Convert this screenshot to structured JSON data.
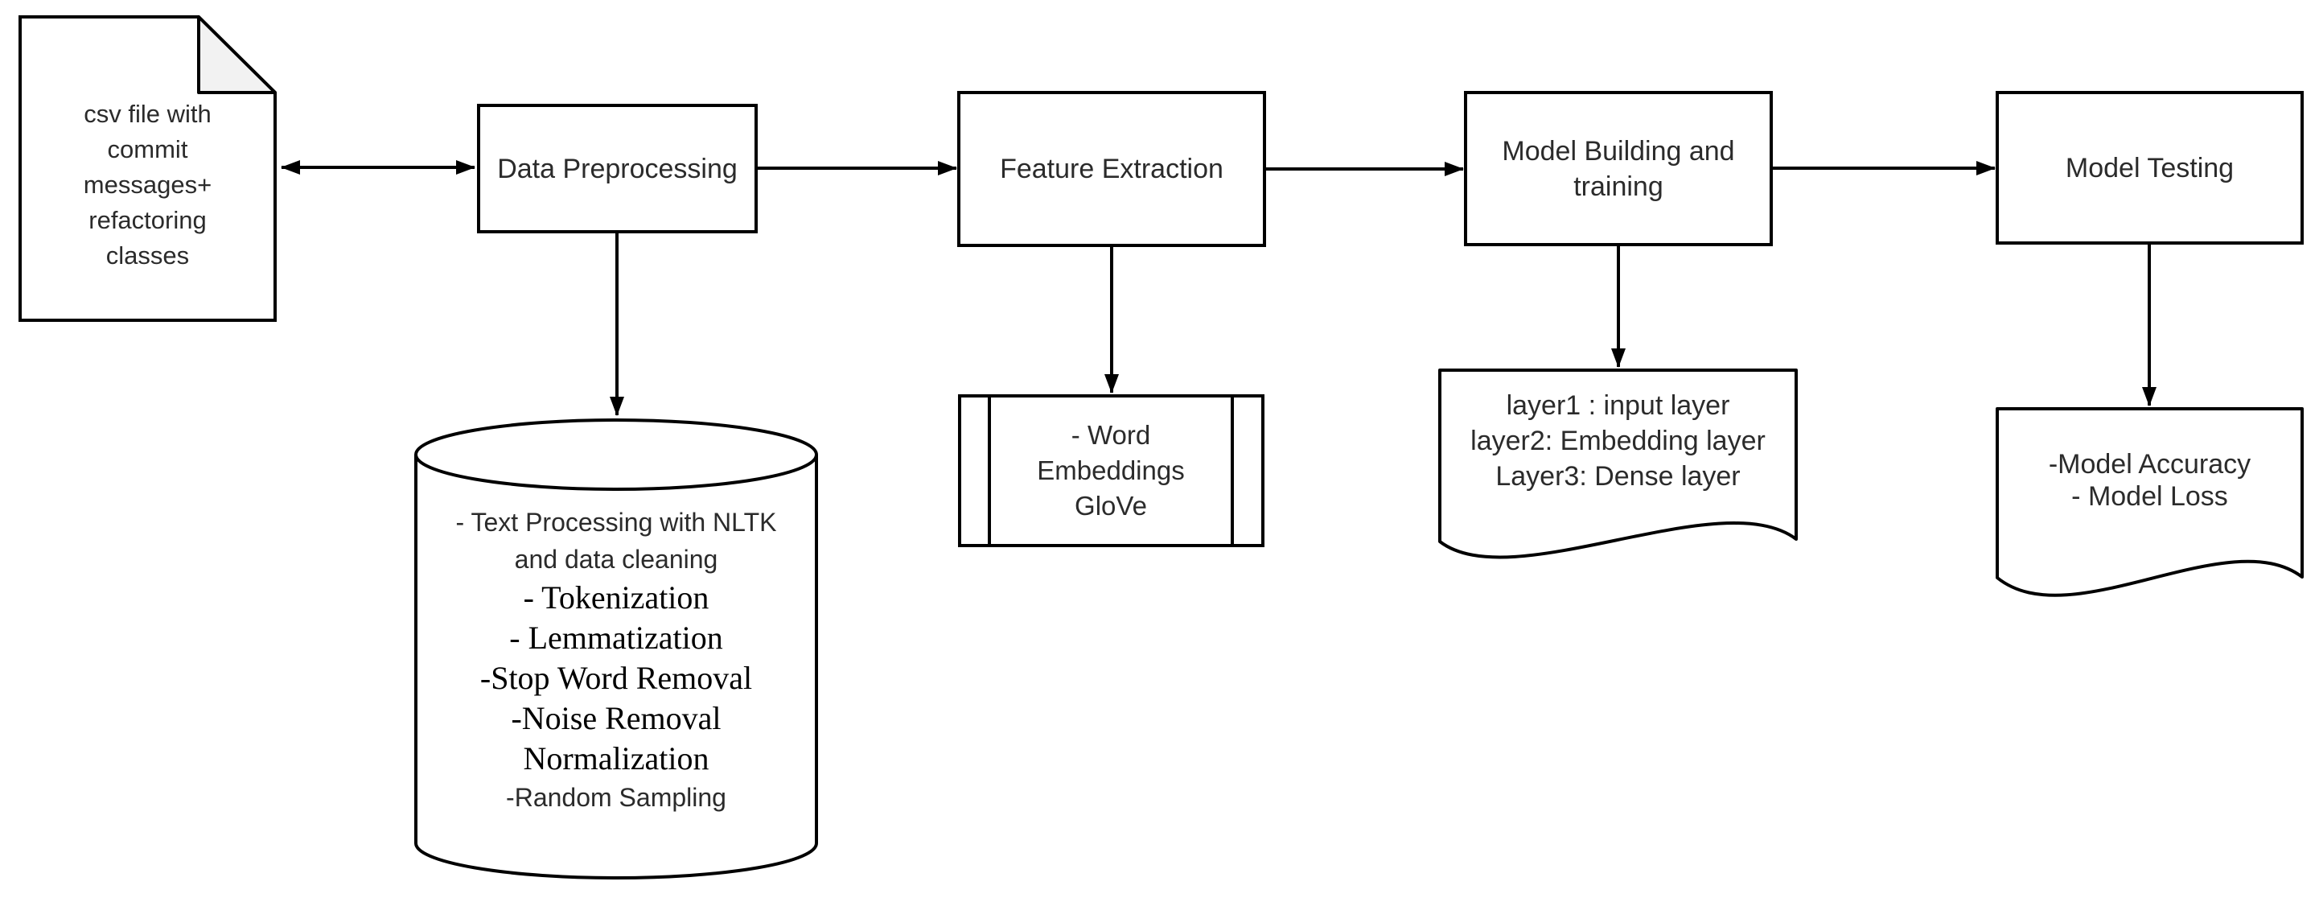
{
  "colors": {
    "background": "#ffffff",
    "stroke": "#000000",
    "fold_fill": "#f2f2f2",
    "text": "#2b2b2b"
  },
  "nodes": {
    "csv_file": {
      "label": "csv file with\ncommit\nmessages+\nrefactoring\nclasses"
    },
    "data_preprocessing": {
      "label": "Data Preprocessing"
    },
    "feature_extraction": {
      "label": "Feature Extraction"
    },
    "model_building": {
      "label": "Model Building and\ntraining"
    },
    "model_testing": {
      "label": "Model Testing"
    },
    "preprocessing_steps": {
      "lines": [
        "- Text Processing with NLTK",
        "and data cleaning",
        "- Tokenization",
        "- Lemmatization",
        "-Stop Word Removal",
        "-Noise Removal",
        "Normalization",
        "-Random Sampling"
      ]
    },
    "word_embeddings": {
      "label": "- Word\nEmbeddings\nGloVe"
    },
    "model_layers": {
      "label": "layer1 : input layer\nlayer2: Embedding layer\nLayer3: Dense layer"
    },
    "model_results": {
      "label": "-Model Accuracy\n- Model Loss"
    }
  },
  "edges": [
    {
      "from": "csv_file",
      "to": "data_preprocessing",
      "style": "double-arrow"
    },
    {
      "from": "data_preprocessing",
      "to": "feature_extraction",
      "style": "arrow"
    },
    {
      "from": "feature_extraction",
      "to": "model_building",
      "style": "arrow"
    },
    {
      "from": "model_building",
      "to": "model_testing",
      "style": "arrow"
    },
    {
      "from": "data_preprocessing",
      "to": "preprocessing_steps",
      "style": "arrow"
    },
    {
      "from": "feature_extraction",
      "to": "word_embeddings",
      "style": "arrow"
    },
    {
      "from": "model_building",
      "to": "model_layers",
      "style": "arrow"
    },
    {
      "from": "model_testing",
      "to": "model_results",
      "style": "arrow"
    }
  ]
}
